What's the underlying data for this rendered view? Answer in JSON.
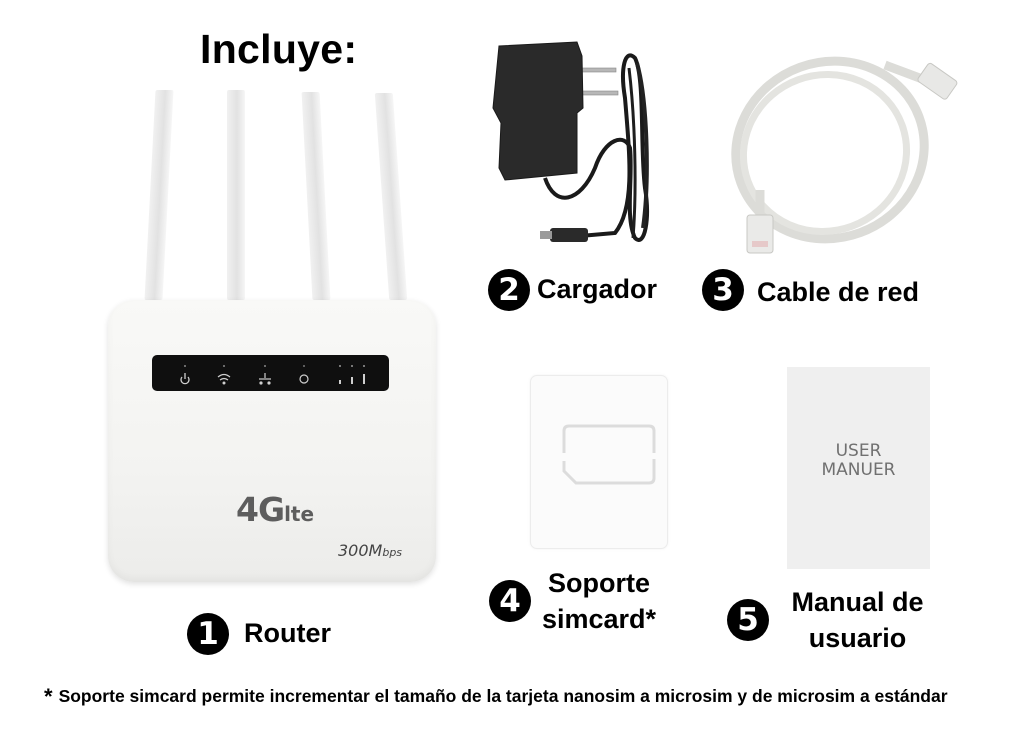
{
  "heading": "Incluye:",
  "items": [
    {
      "number": "1",
      "label": "Router"
    },
    {
      "number": "2",
      "label": "Cargador"
    },
    {
      "number": "3",
      "label": "Cable de red"
    },
    {
      "number": "4",
      "label_line1": "Soporte",
      "label_line2": "simcard*"
    },
    {
      "number": "5",
      "label_line1": "Manual de",
      "label_line2": "usuario"
    }
  ],
  "router": {
    "brand_main": "4G",
    "brand_suffix": "lte",
    "speed_main": "300M",
    "speed_suffix": "bps",
    "led_icons": [
      "power-icon",
      "wifi-icon",
      "lan-icon",
      "internet-icon",
      "signal-icon"
    ]
  },
  "manual": {
    "cover_line1": "USER",
    "cover_line2": "MANUER"
  },
  "footnote": {
    "star": "*",
    "text": "Soporte simcard permite incrementar el tamaño de la tarjeta nanosim a microsim y de microsim a estándar"
  },
  "colors": {
    "badge": "#000000",
    "led_panel": "#0f0f0f",
    "router_body": "#f4f4f2"
  }
}
